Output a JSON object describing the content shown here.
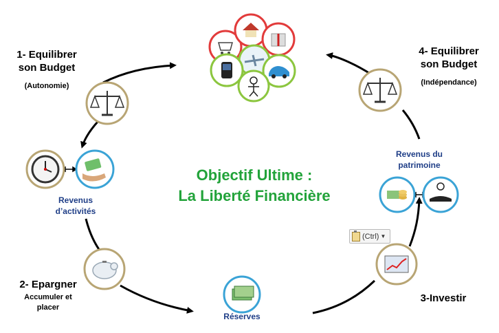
{
  "center": {
    "line1": "Objectif Ultime :",
    "line2": "La Liberté Financière"
  },
  "steps": {
    "step1": {
      "line1": "1- Equilibrer",
      "line2": "son  Budget",
      "sub": "(Autonomie)"
    },
    "step2": {
      "title": "2- Epargner",
      "sub1": "Accumuler et",
      "sub2": "placer"
    },
    "step3": {
      "title": "3-Investir"
    },
    "step4": {
      "line1": "4- Equilibrer",
      "line2": "son  Budget",
      "sub": "(Indépendance)"
    }
  },
  "labels": {
    "revenus_activites": {
      "line1": "Revenus",
      "line2": "d’activités"
    },
    "revenus_patrimoine": {
      "line1": "Revenus du",
      "line2": "patrimoine"
    },
    "reserves": "Réserves"
  },
  "paste_options": {
    "label": "(Ctrl)"
  },
  "colors": {
    "center_text": "#22a33a",
    "label_blue": "#1f3e87",
    "ring_gold": "#b8a574",
    "ring_blue": "#3aa3d6",
    "ring_red": "#e23b3b",
    "ring_green": "#8cc63f",
    "arrow": "#000000"
  },
  "icons": [
    "scale-icon",
    "clock-icon",
    "money-hand-icon",
    "piggy-bank-icon",
    "cash-stack-icon",
    "growth-chart-icon",
    "coins-cash-icon",
    "relax-icon",
    "cart-icon",
    "house-icon",
    "gift-icon",
    "phone-icon",
    "airplane-icon",
    "car-icon",
    "person-icon"
  ]
}
